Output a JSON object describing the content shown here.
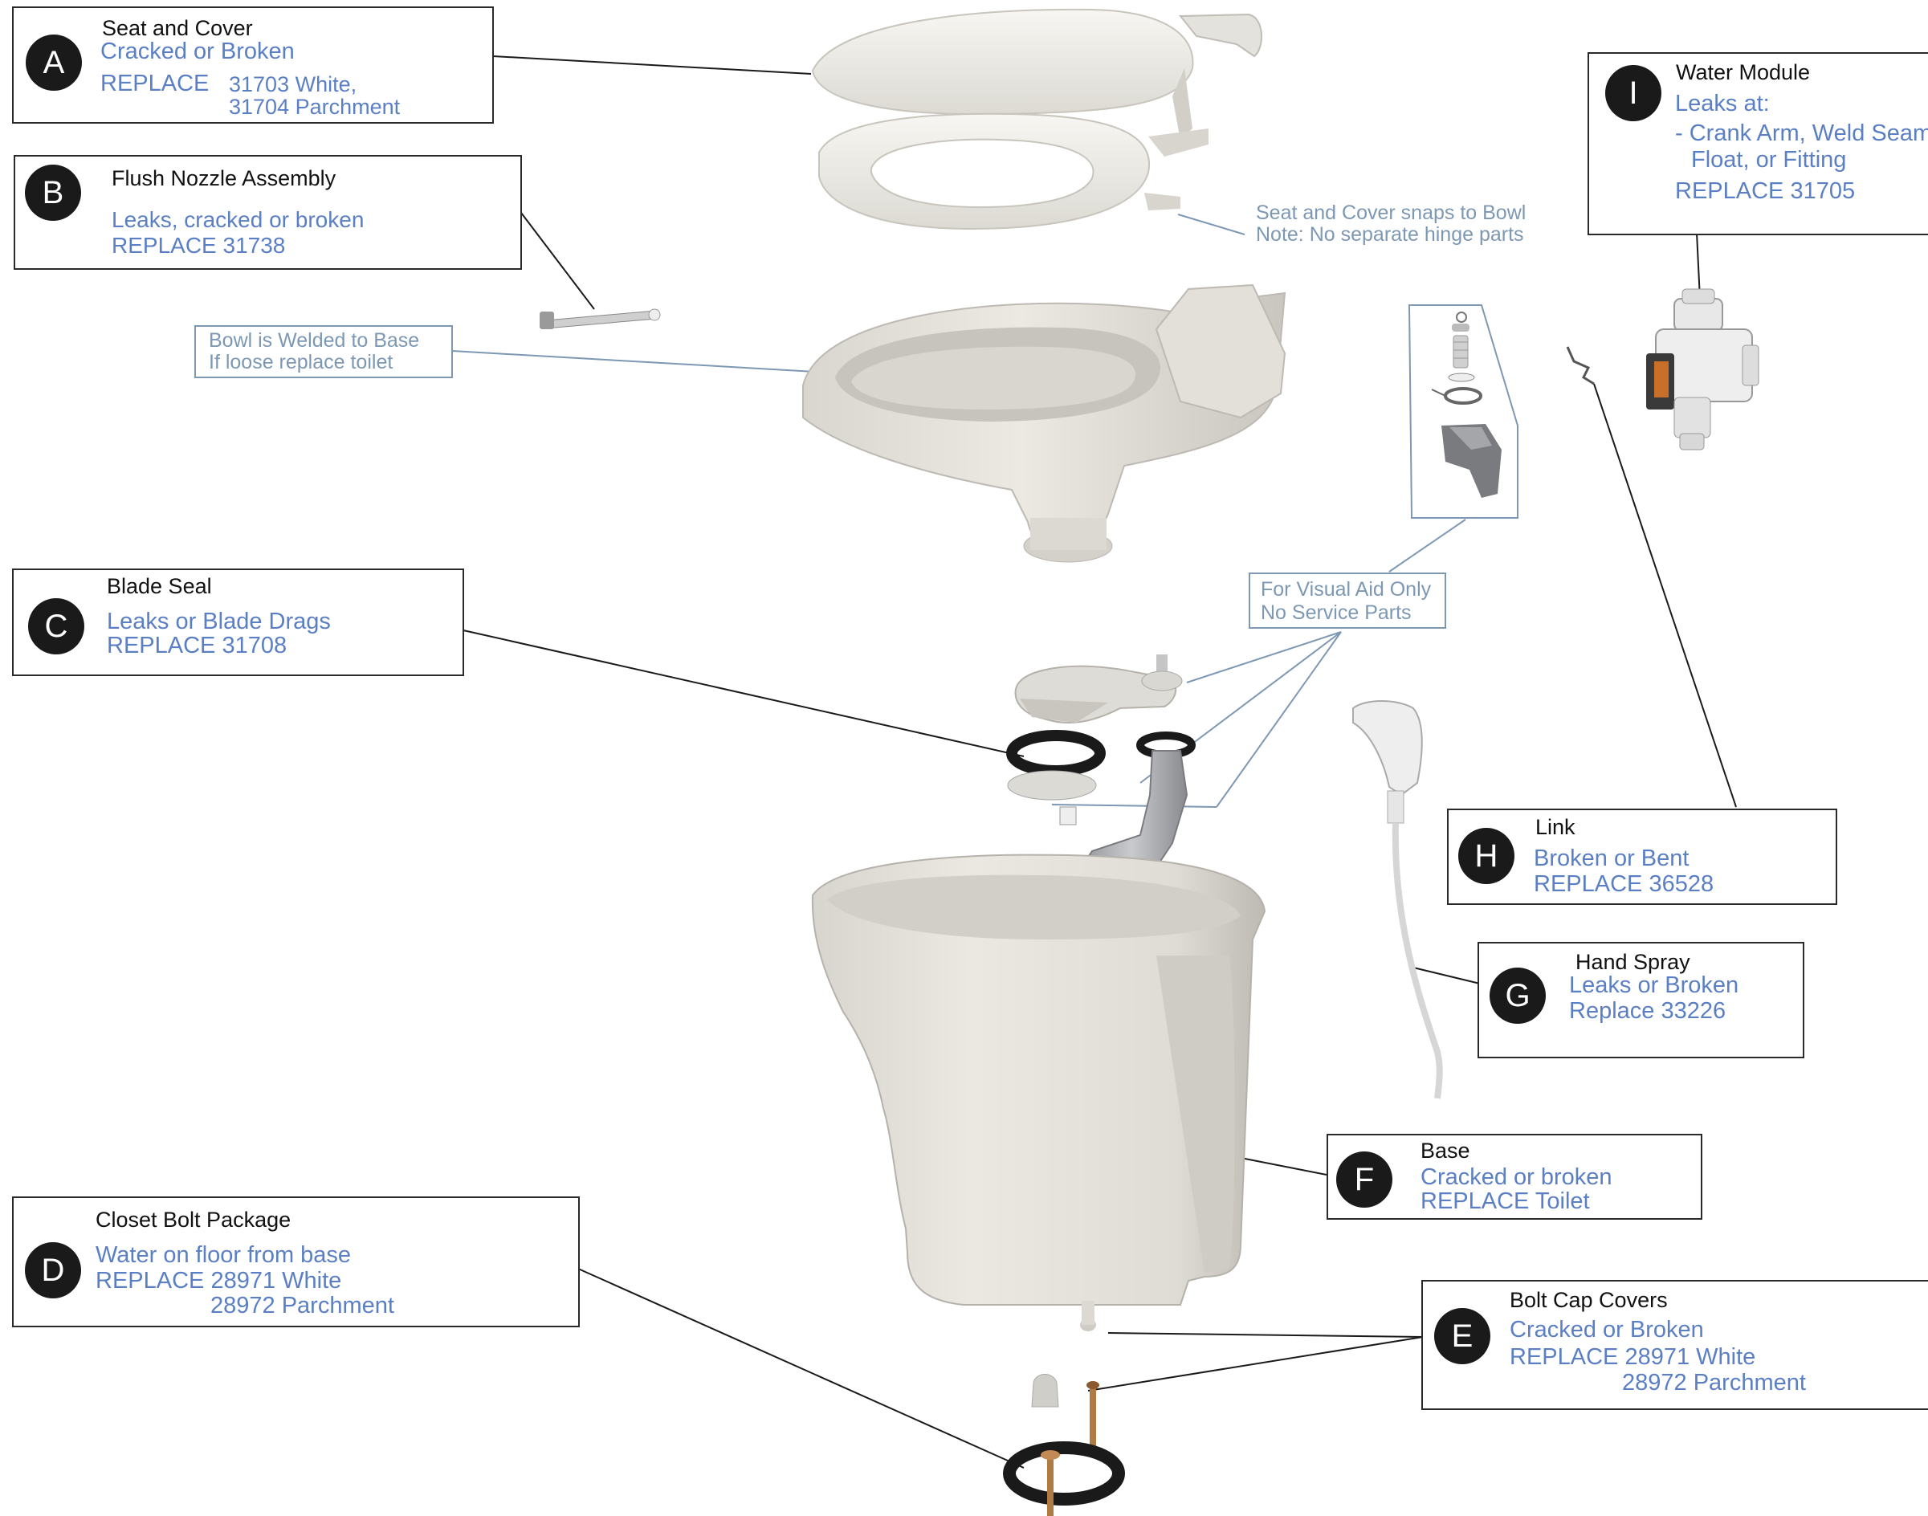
{
  "callouts": {
    "A": {
      "badge": "A",
      "title": "Seat and Cover",
      "issue": "Cracked or Broken",
      "replace_word": "REPLACE",
      "part1": "31703 White,",
      "part2": "31704 Parchment"
    },
    "B": {
      "badge": "B",
      "title": "Flush Nozzle Assembly",
      "issue": "Leaks, cracked or broken",
      "replace": "REPLACE 31738"
    },
    "C": {
      "badge": "C",
      "title": "Blade Seal",
      "issue": "Leaks or Blade Drags",
      "replace": "REPLACE 31708"
    },
    "D": {
      "badge": "D",
      "title": "Closet Bolt Package",
      "issue": "Water on floor from base",
      "replace": "REPLACE 28971 White",
      "replace2": "28972 Parchment"
    },
    "E": {
      "badge": "E",
      "title": "Bolt Cap Covers",
      "issue": "Cracked or Broken",
      "replace": "REPLACE 28971 White",
      "replace2": "28972 Parchment"
    },
    "F": {
      "badge": "F",
      "title": "Base",
      "issue": "Cracked or broken",
      "replace": "REPLACE Toilet"
    },
    "G": {
      "badge": "G",
      "title": "Hand Spray",
      "issue": "Leaks or Broken",
      "replace": "Replace 33226"
    },
    "H": {
      "badge": "H",
      "title": "Link",
      "issue": "Broken or Bent",
      "replace": "REPLACE 36528"
    },
    "I": {
      "badge": "I",
      "title": "Water Module",
      "issue": "Leaks at:",
      "detail1": "- Crank Arm, Weld Seam,",
      "detail2": "Float, or Fitting",
      "replace": "REPLACE 31705"
    }
  },
  "notes": {
    "bowl_line1": "Bowl is Welded to Base",
    "bowl_line2": "If loose replace toilet",
    "seat_line1": "Seat and Cover snaps to Bowl",
    "seat_line2": "Note: No separate hinge parts",
    "visual_line1": "For Visual Aid Only",
    "visual_line2": "No Service Parts"
  },
  "colors": {
    "label_blue": "#5b7fc4",
    "note_gray": "#7d98b3",
    "border": "#2a2a2a",
    "badge": "#1a1a1a"
  }
}
